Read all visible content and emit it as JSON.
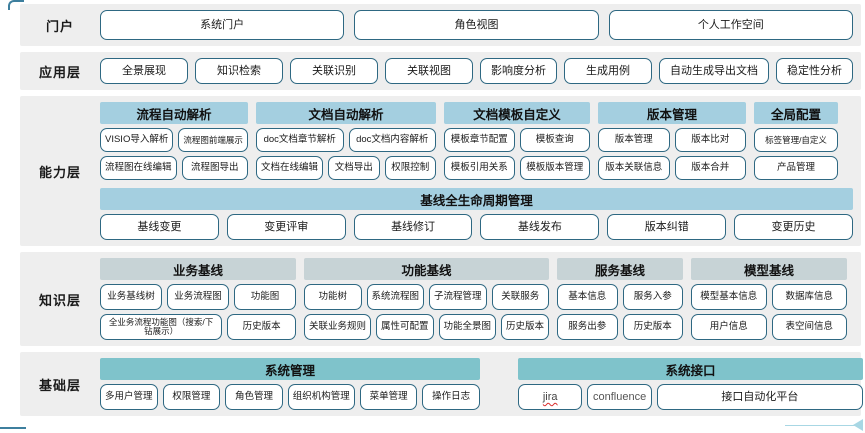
{
  "layers": [
    {
      "label": "门户",
      "items": [
        "系统门户",
        "角色视图",
        "个人工作空间"
      ]
    },
    {
      "label": "应用层",
      "items": [
        "全景展现",
        "知识检索",
        "关联识别",
        "关联视图",
        "影响度分析",
        "生成用例",
        "自动生成导出文档",
        "稳定性分析"
      ]
    },
    {
      "label": "能力层",
      "groups": [
        {
          "head": "流程自动解析",
          "row1": [
            "VISIO导入解析",
            "流程图前端展示"
          ],
          "row2": [
            "流程图在线编辑",
            "流程图导出"
          ]
        },
        {
          "head": "文档自动解析",
          "row1": [
            "doc文档章节解析",
            "doc文档内容解析"
          ],
          "row2": [
            "文档在线编辑",
            "文档导出",
            "权限控制"
          ]
        },
        {
          "head": "文档模板自定义",
          "row1": [
            "模板章节配置",
            "模板查询"
          ],
          "row2": [
            "模板引用关系",
            "模板版本管理"
          ]
        },
        {
          "head": "版本管理",
          "row1": [
            "版本管理",
            "版本比对"
          ],
          "row2": [
            "版本关联信息",
            "版本合并"
          ]
        },
        {
          "head": "全局配置",
          "row1": [
            "标签管理/自定义"
          ],
          "row2": [
            "产品管理"
          ]
        }
      ],
      "lifecycle": {
        "head": "基线全生命周期管理",
        "items": [
          "基线变更",
          "变更评审",
          "基线修订",
          "基线发布",
          "版本纠错",
          "变更历史"
        ]
      }
    },
    {
      "label": "知识层",
      "groups": [
        {
          "head": "业务基线",
          "row1": [
            "业务基线树",
            "业务流程图",
            "功能图"
          ],
          "row2": [
            "全业务流程功能图（搜索/下钻展示）",
            "历史版本"
          ]
        },
        {
          "head": "功能基线",
          "row1": [
            "功能树",
            "系统流程图",
            "子流程管理",
            "关联服务"
          ],
          "row2": [
            "关联业务规则",
            "属性可配置",
            "功能全景图",
            "历史版本"
          ]
        },
        {
          "head": "服务基线",
          "row1": [
            "基本信息",
            "服务入参"
          ],
          "row2": [
            "服务出参",
            "历史版本"
          ]
        },
        {
          "head": "模型基线",
          "row1": [
            "模型基本信息",
            "数据库信息"
          ],
          "row2": [
            "用户信息",
            "表空间信息"
          ]
        }
      ]
    },
    {
      "label": "基础层",
      "groups": [
        {
          "head": "系统管理",
          "row1": [
            "多用户管理",
            "权限管理",
            "角色管理",
            "组织机构管理",
            "菜单管理",
            "操作日志"
          ]
        },
        {
          "head": "系统接口",
          "row1": [
            "jira",
            "confluence",
            "接口自动化平台"
          ]
        }
      ]
    }
  ],
  "colors": {
    "band_bg": "#eeeeee",
    "pill_border": "#2e6882",
    "capability_head": "#a4cfe0",
    "knowledge_head": "#c7d3d6",
    "foundation_head": "#7fc3cb",
    "misspell_underline": "#d92b2b"
  }
}
